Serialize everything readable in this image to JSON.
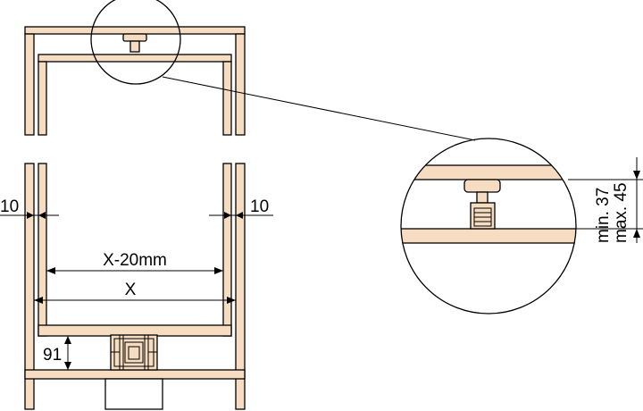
{
  "dimensions": {
    "gap_left": "10",
    "gap_right": "10",
    "inner_width": "X-20mm",
    "outer_width": "X",
    "height": "91",
    "detail_min": "min. 37",
    "detail_max": "max. 45"
  },
  "colors": {
    "wood": "#f6dcc0",
    "line": "#000000",
    "background": "#ffffff"
  }
}
